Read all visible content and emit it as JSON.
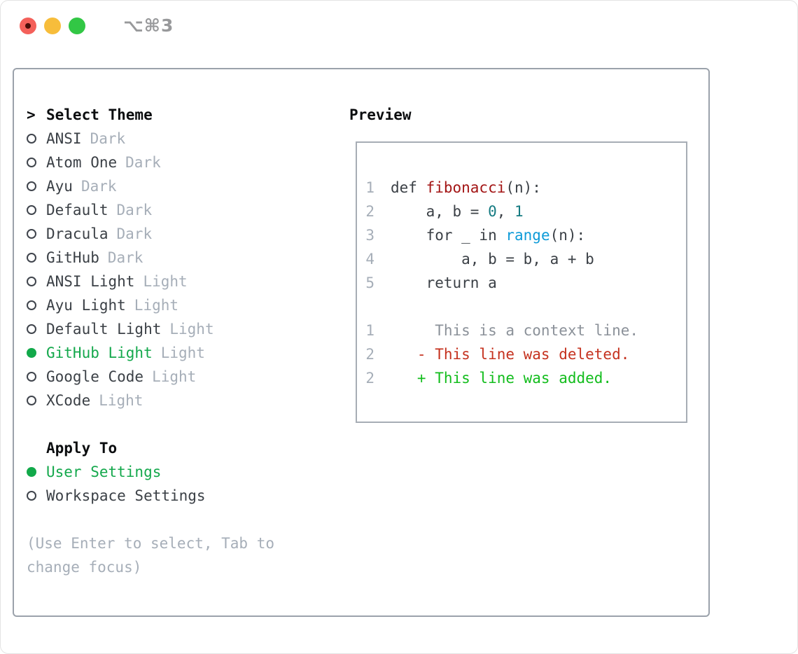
{
  "window": {
    "title": "⌥⌘3",
    "controls": {
      "close": "close",
      "minimize": "minimize",
      "zoom": "zoom"
    }
  },
  "theme_panel": {
    "prompt": ">",
    "title": "Select Theme",
    "themes": [
      {
        "name": "ANSI",
        "variant": "Dark",
        "selected": false
      },
      {
        "name": "Atom One",
        "variant": "Dark",
        "selected": false
      },
      {
        "name": "Ayu",
        "variant": "Dark",
        "selected": false
      },
      {
        "name": "Default",
        "variant": "Dark",
        "selected": false
      },
      {
        "name": "Dracula",
        "variant": "Dark",
        "selected": false
      },
      {
        "name": "GitHub",
        "variant": "Dark",
        "selected": false
      },
      {
        "name": "ANSI Light",
        "variant": "Light",
        "selected": false
      },
      {
        "name": "Ayu Light",
        "variant": "Light",
        "selected": false
      },
      {
        "name": "Default Light",
        "variant": "Light",
        "selected": false
      },
      {
        "name": "GitHub Light",
        "variant": "Light",
        "selected": true
      },
      {
        "name": "Google Code",
        "variant": "Light",
        "selected": false
      },
      {
        "name": "XCode",
        "variant": "Light",
        "selected": false
      }
    ],
    "apply_to": {
      "title": "Apply To",
      "options": [
        {
          "label": "User Settings",
          "selected": true
        },
        {
          "label": "Workspace Settings",
          "selected": false
        }
      ]
    },
    "hint": "(Use Enter to select, Tab to change focus)"
  },
  "preview": {
    "title": "Preview",
    "code": [
      {
        "num": "1",
        "tokens": [
          {
            "t": "def ",
            "c": "plain"
          },
          {
            "t": "fibonacci",
            "c": "func"
          },
          {
            "t": "(n):",
            "c": "plain"
          }
        ]
      },
      {
        "num": "2",
        "tokens": [
          {
            "t": "    a, b = ",
            "c": "plain"
          },
          {
            "t": "0",
            "c": "num"
          },
          {
            "t": ", ",
            "c": "plain"
          },
          {
            "t": "1",
            "c": "num"
          }
        ]
      },
      {
        "num": "3",
        "tokens": [
          {
            "t": "    for _ in ",
            "c": "plain"
          },
          {
            "t": "range",
            "c": "builtin"
          },
          {
            "t": "(n):",
            "c": "plain"
          }
        ]
      },
      {
        "num": "4",
        "tokens": [
          {
            "t": "        a, b = b, a + b",
            "c": "plain"
          }
        ]
      },
      {
        "num": "5",
        "tokens": [
          {
            "t": "    return a",
            "c": "plain"
          }
        ]
      },
      {
        "num": "",
        "tokens": []
      },
      {
        "num": "1",
        "tokens": [
          {
            "t": "     This is a context line.",
            "c": "context"
          }
        ]
      },
      {
        "num": "2",
        "tokens": [
          {
            "t": "   - This line was deleted.",
            "c": "deleted"
          }
        ]
      },
      {
        "num": "2",
        "tokens": [
          {
            "t": "   + This line was added.",
            "c": "added"
          }
        ]
      }
    ]
  },
  "colors": {
    "selected_green": "#14a84c",
    "radio_dot_green": "#12a94a",
    "added_green": "#13bd1d",
    "deleted_red": "#c5321f",
    "function_red": "#a31515",
    "number_teal": "#147a81",
    "builtin_blue": "#0e9bd8",
    "context_gray": "#8b9199",
    "muted_gray": "#a6aeb8",
    "text_dark": "#3b4046",
    "panel_border": "#9ba2ab",
    "traffic_red": "#f4605a",
    "traffic_yellow": "#f7bd3b",
    "traffic_green": "#32c745"
  }
}
